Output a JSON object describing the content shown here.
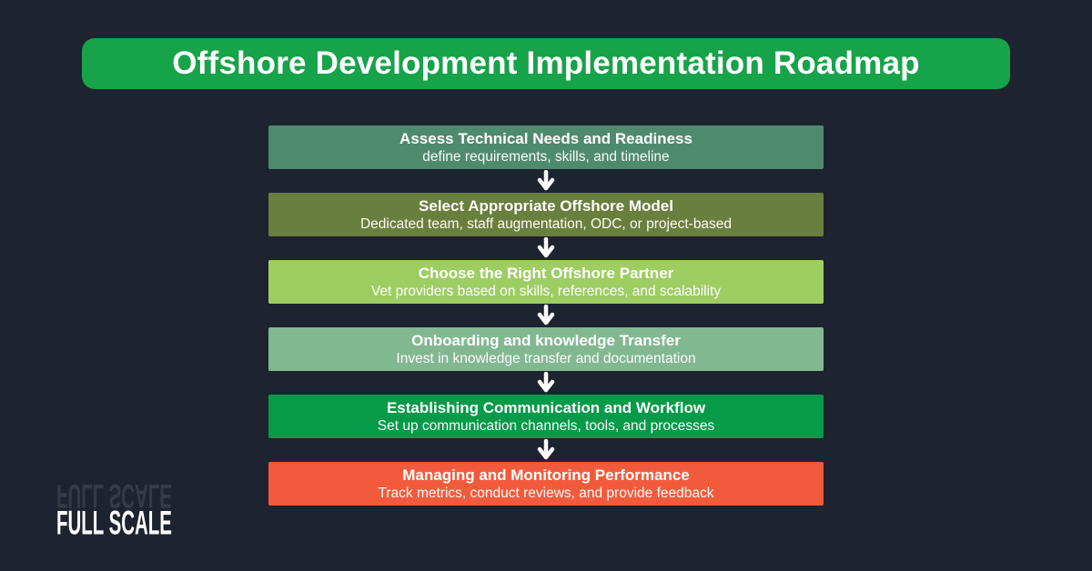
{
  "page": {
    "background": "#1e2330",
    "accent_green": "#17a34a",
    "text_color": "#ffffff"
  },
  "header": {
    "title": "Offshore Development Implementation Roadmap",
    "banner_color": "#17a34a"
  },
  "roadmap": {
    "steps": [
      {
        "title": "Assess Technical Needs and Readiness",
        "subtitle": "define requirements, skills, and timeline",
        "color": "#4e8a6e"
      },
      {
        "title": "Select Appropriate Offshore Model",
        "subtitle": "Dedicated team, staff augmentation, ODC, or project-based",
        "color": "#697f3d"
      },
      {
        "title": "Choose the Right Offshore Partner",
        "subtitle": "Vet providers based on skills, references, and scalability",
        "color": "#9ecd62"
      },
      {
        "title": "Onboarding and knowledge Transfer",
        "subtitle": "Invest in knowledge transfer and documentation",
        "color": "#81b890"
      },
      {
        "title": "Establishing Communication and Workflow",
        "subtitle": "Set up communication channels, tools, and processes",
        "color": "#069a49"
      },
      {
        "title": "Managing and Monitoring Performance",
        "subtitle": "Track metrics, conduct reviews, and provide feedback",
        "color": "#f15b3c"
      }
    ]
  },
  "footer": {
    "logo_text": "FULL SCALE"
  }
}
